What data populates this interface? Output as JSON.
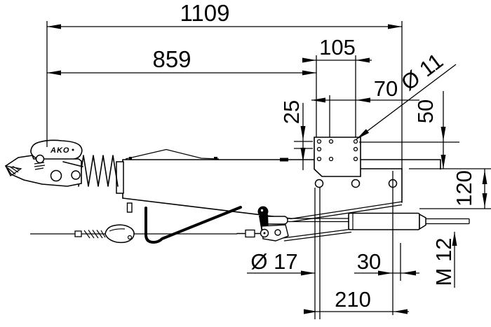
{
  "drawing": {
    "type": "technical-drawing",
    "subject": "overrun-brake-coupling-side-view",
    "unit": "mm",
    "brand": "AKO",
    "dimensions": {
      "overall_length": {
        "label": "1109"
      },
      "frame_length": {
        "label": "859"
      },
      "plate_hole_width": {
        "label": "105"
      },
      "hole_offset_h": {
        "label": "70"
      },
      "hole_diameter": {
        "label": "Ø 11"
      },
      "hole_offset_v": {
        "label": "50"
      },
      "hole_row_spacing": {
        "label": "25"
      },
      "mount_height": {
        "label": "120"
      },
      "bolt_diameter": {
        "label": "Ø 17"
      },
      "rod_end_offset": {
        "label": "30"
      },
      "bolt_spacing": {
        "label": "210"
      },
      "thread_size": {
        "label": "M 12"
      }
    }
  }
}
